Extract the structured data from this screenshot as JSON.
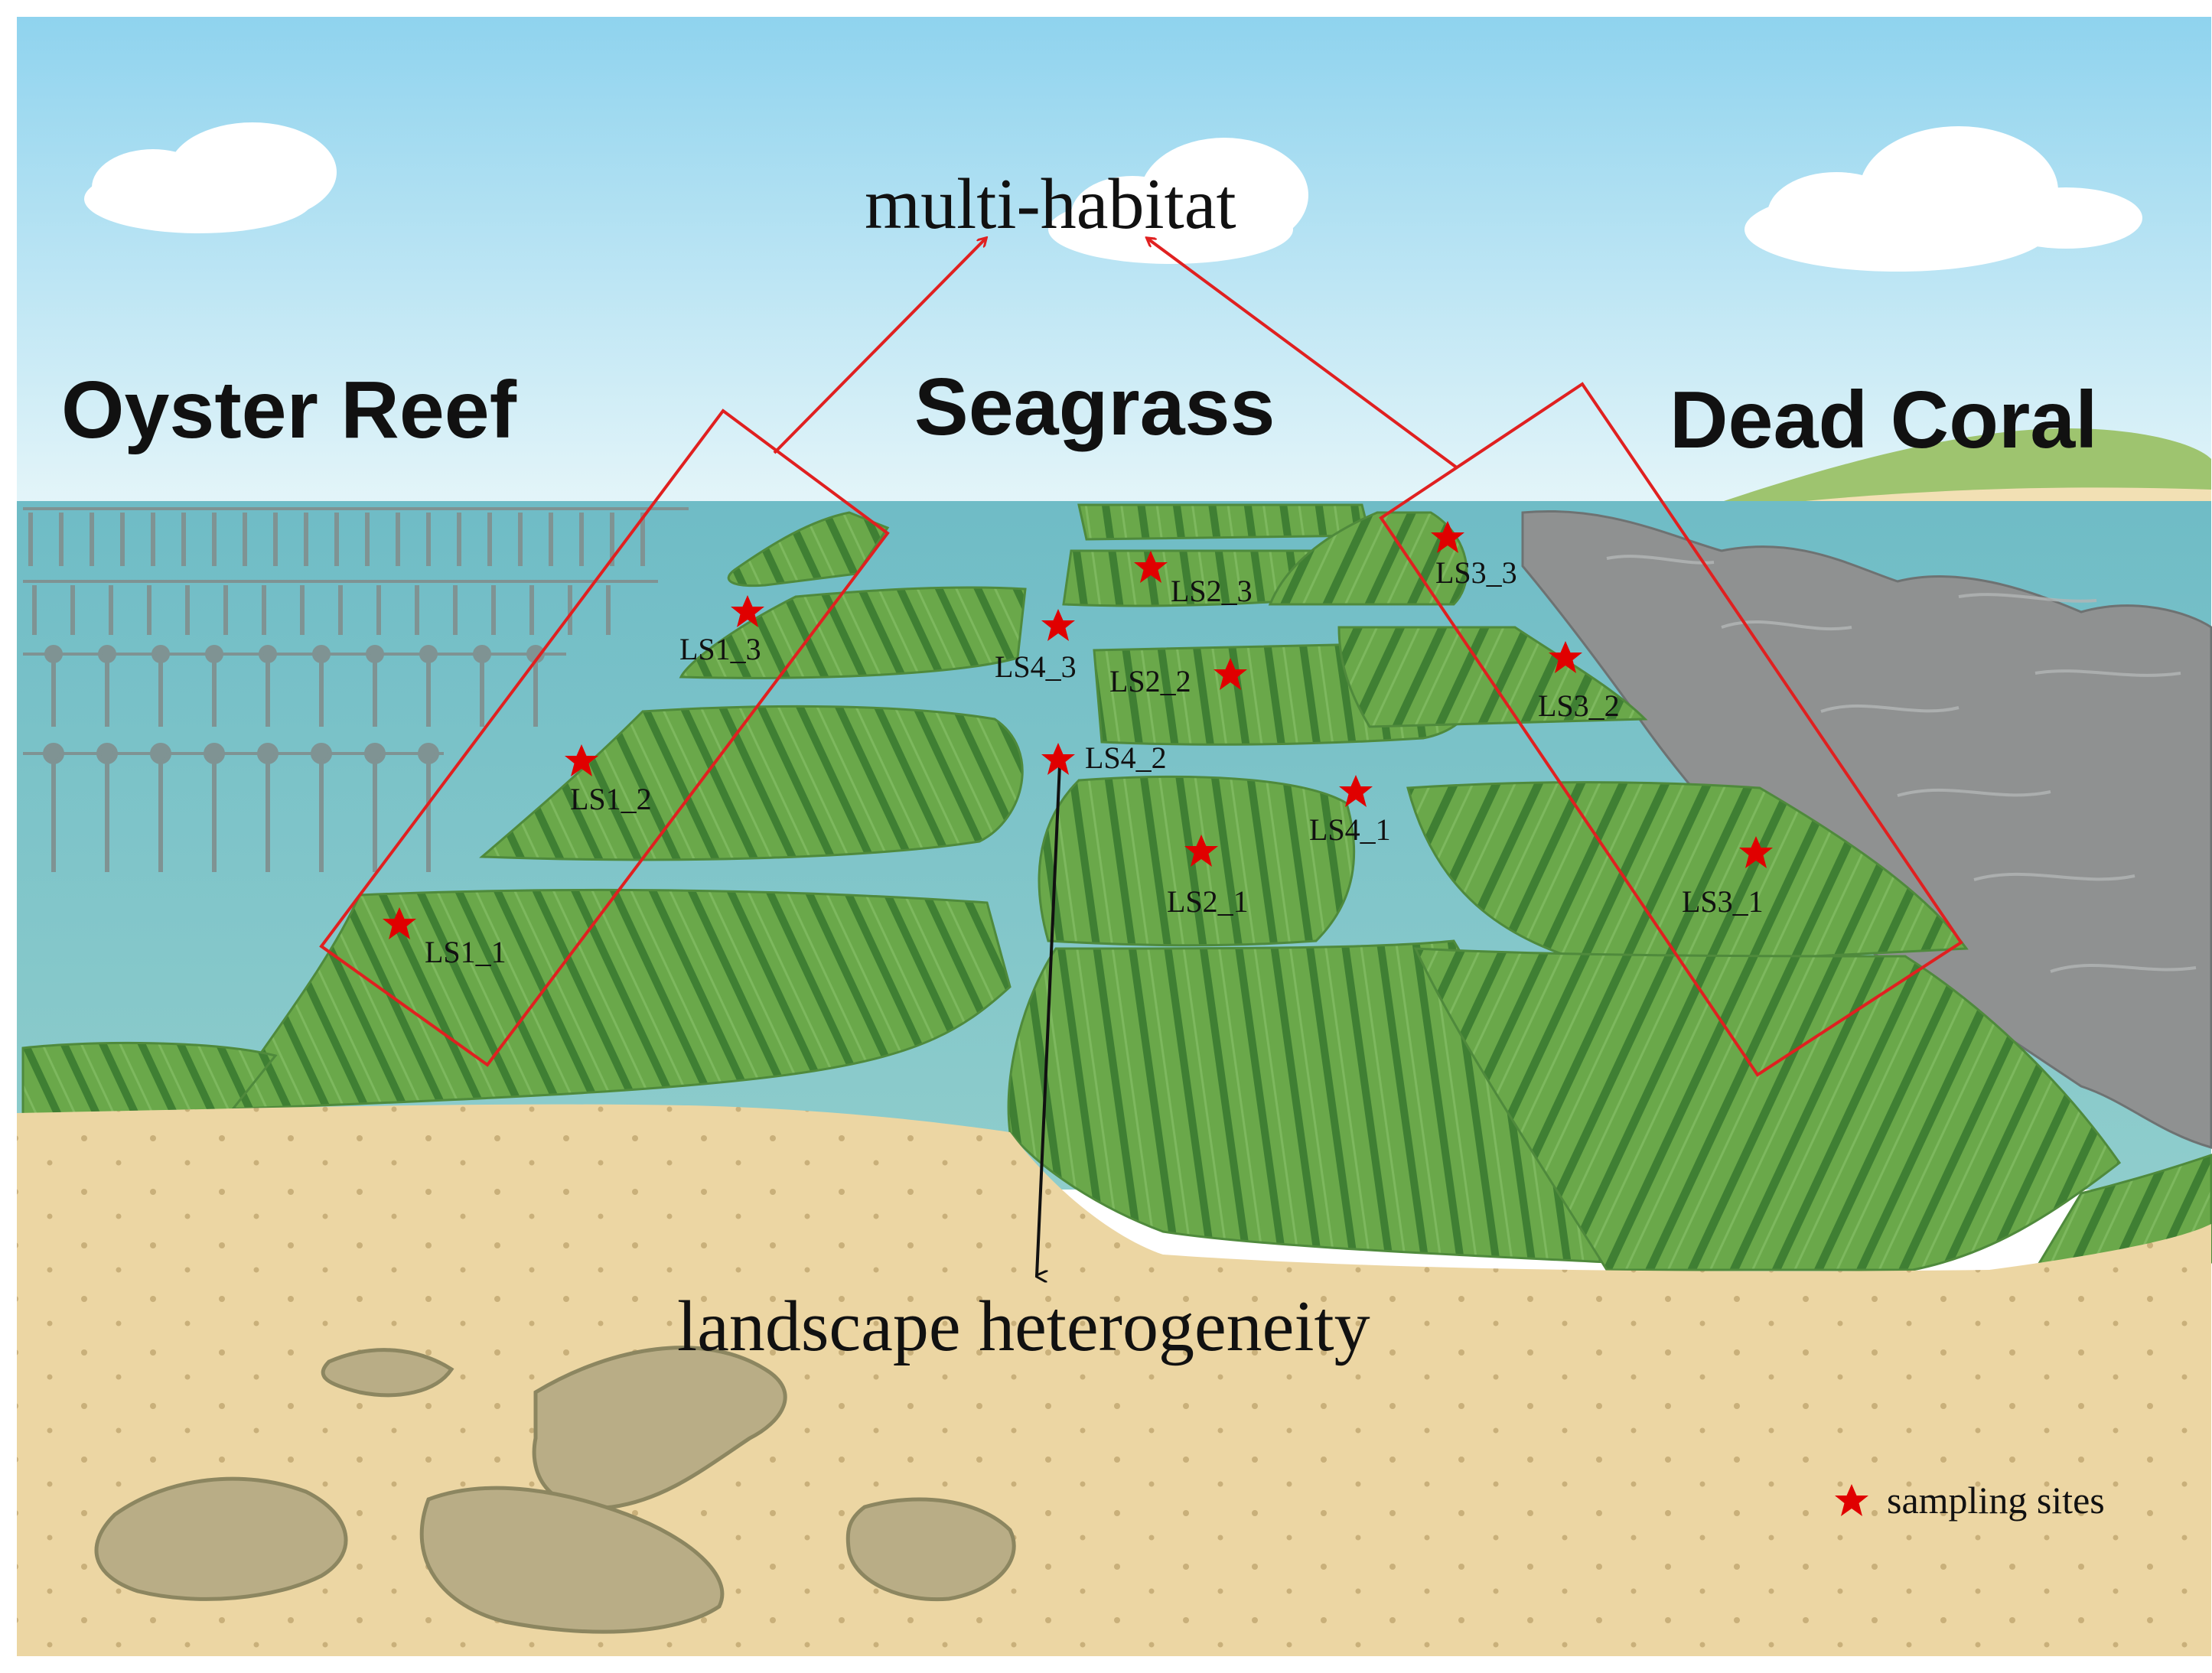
{
  "habitats": {
    "oyster_reef": "Oyster Reef",
    "seagrass": "Seagrass",
    "dead_coral": "Dead Coral"
  },
  "concepts": {
    "top": "multi-habitat",
    "bottom": "landscape heterogeneity"
  },
  "legend": {
    "label": "sampling sites"
  },
  "sites": [
    {
      "id": "LS1_1",
      "label": "LS1_1"
    },
    {
      "id": "LS1_2",
      "label": "LS1_2"
    },
    {
      "id": "LS1_3",
      "label": "LS1_3"
    },
    {
      "id": "LS2_1",
      "label": "LS2_1"
    },
    {
      "id": "LS2_2",
      "label": "LS2_2"
    },
    {
      "id": "LS2_3",
      "label": "LS2_3"
    },
    {
      "id": "LS3_1",
      "label": "LS3_1"
    },
    {
      "id": "LS3_2",
      "label": "LS3_2"
    },
    {
      "id": "LS3_3",
      "label": "LS3_3"
    },
    {
      "id": "LS4_1",
      "label": "LS4_1"
    },
    {
      "id": "LS4_2",
      "label": "LS4_2"
    },
    {
      "id": "LS4_3",
      "label": "LS4_3"
    }
  ],
  "colors": {
    "sky_top": "#bfe6f5",
    "sea": "#7cc3c8",
    "seagrass": "#6aa84a",
    "seagrass_stripe": "#3f7f33",
    "sand": "#ecd6a3",
    "coral": "#8f9191",
    "marker": "#e00000",
    "outline": "#e02020"
  }
}
